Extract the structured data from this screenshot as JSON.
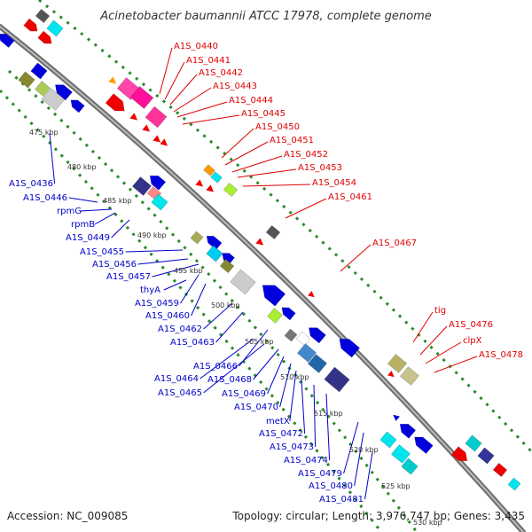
{
  "title": "Acinetobacter baumannii ATCC 17978, complete genome",
  "footer": {
    "accession": "Accession: NC_009085",
    "topology": "Topology: circular; Length: 3,976,747 bp; Genes: 3,435"
  },
  "colors": {
    "forward_label": "#e00000",
    "reverse_label": "#0000cc",
    "backbone": "#888888",
    "track_dots": "#2a8a2a"
  },
  "kbp_ticks": [
    "475 kbp",
    "480 kbp",
    "485 kbp",
    "490 kbp",
    "495 kbp",
    "500 kbp",
    "505 kbp",
    "510 kbp",
    "515 kbp",
    "520 kbp",
    "525 kbp",
    "530 kbp"
  ],
  "red_labels": [
    "A1S_0440",
    "A1S_0441",
    "A1S_0442",
    "A1S_0443",
    "A1S_0444",
    "A1S_0445",
    "A1S_0450",
    "A1S_0451",
    "A1S_0452",
    "A1S_0453",
    "A1S_0454",
    "A1S_0461",
    "A1S_0467",
    "tig",
    "A1S_0476",
    "clpX",
    "A1S_0478"
  ],
  "blue_labels": [
    "A1S_0436",
    "A1S_0446",
    "rpmG",
    "rpmB",
    "A1S_0449",
    "A1S_0455",
    "A1S_0456",
    "A1S_0457",
    "thyA",
    "A1S_0459",
    "A1S_0460",
    "A1S_0462",
    "A1S_0463",
    "A1S_0466",
    "A1S_0464",
    "A1S_0468",
    "A1S_0465",
    "A1S_0469",
    "A1S_0470",
    "metX",
    "A1S_0472",
    "A1S_0473",
    "A1S_0474",
    "A1S_0479",
    "A1S_0480",
    "A1S_0481"
  ]
}
